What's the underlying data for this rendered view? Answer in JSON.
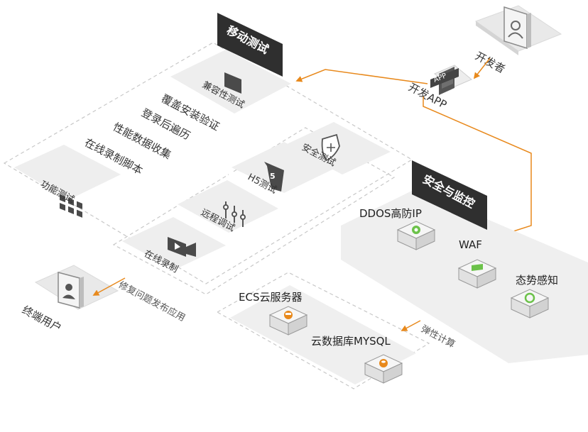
{
  "developer": {
    "label": "开发者",
    "icon": "developer-user-icon"
  },
  "developer_app": {
    "label": "开发APP",
    "badge": "APP",
    "icon": "app-phone-icon"
  },
  "mobile_testing": {
    "title": "移动测试",
    "compat_label": "兼容性测试",
    "checklist": [
      "覆盖安装验证",
      "登录后遍历",
      "性能数据收集",
      "在线录制脚本"
    ],
    "function_label": "功能测试",
    "security_label": "安全测试",
    "h5_label": "H5测试",
    "remote_label": "远程调试",
    "record_label": "在线录制"
  },
  "security_monitoring": {
    "title": "安全与监控",
    "ddos_label": "DDOS高防IP",
    "waf_label": "WAF",
    "situation_label": "态势感知"
  },
  "compute": {
    "ecs_label": "ECS云服务器",
    "db_label": "云数据库MYSQL",
    "elastic_label": "弹性计算"
  },
  "end_user": {
    "label": "终端用户",
    "icon": "end-user-icon"
  },
  "fix_publish_label": "修复问题发布应用",
  "colors": {
    "accent": "#E8891C",
    "dark": "#2F2F2F",
    "green": "#6CC24A",
    "platform": "#EEEEEE",
    "dashed": "#C8C8C8"
  }
}
